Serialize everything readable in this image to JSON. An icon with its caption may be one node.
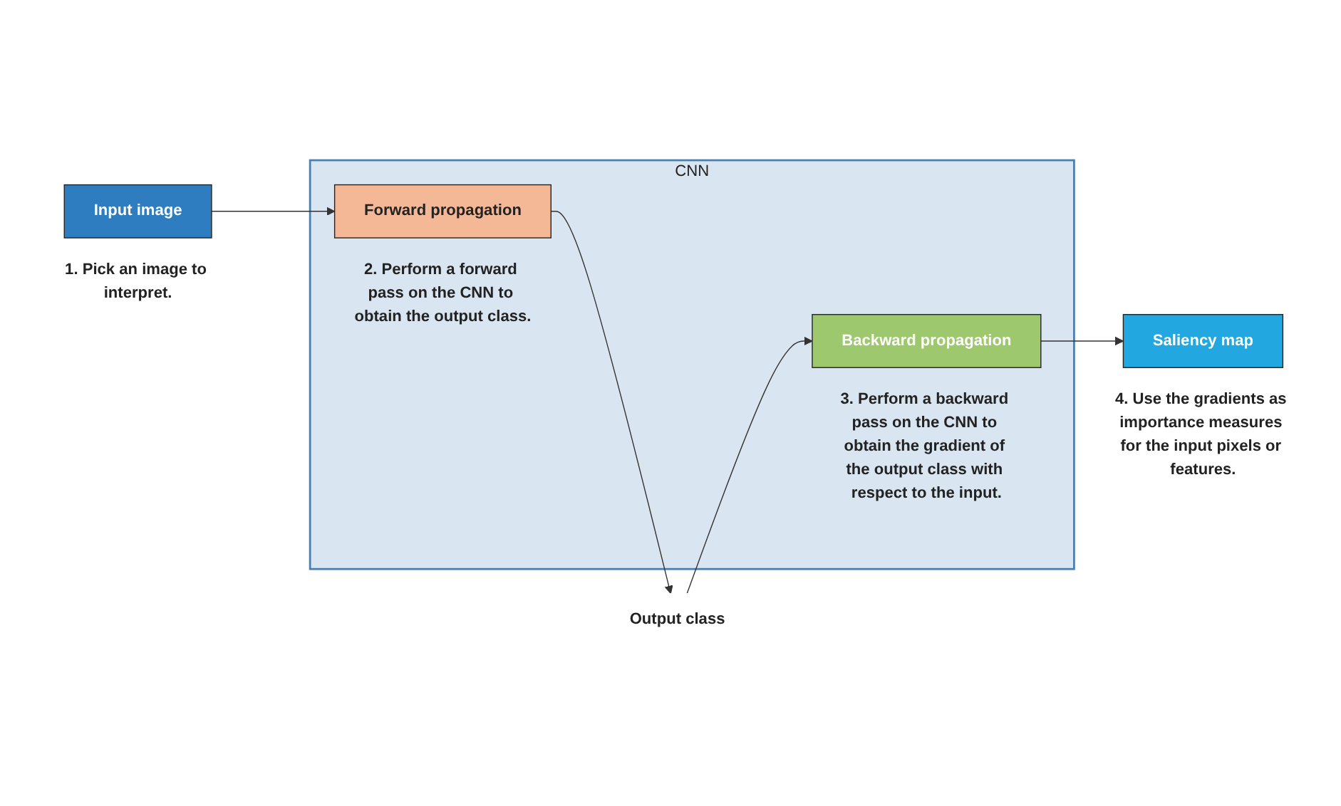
{
  "diagram": {
    "nodes": [
      {
        "text": [
          "CNN"
        ]
      },
      {
        "text": [
          "Input image"
        ],
        "beside": [
          "1. Pick an image to interpret."
        ]
      },
      {
        "text": [
          "Forward propagation"
        ],
        "in": 0,
        "beside": [
          "2. Perform a forward pass on the CNN to obtain the output class."
        ]
      },
      {
        "text": [
          "Output class"
        ]
      },
      {
        "text": [
          "Backward propagation"
        ],
        "in": 0,
        "beside": [
          "3. Perform a backward pass on the CNN to obtain the gradient of the output class with respect to the input."
        ]
      },
      {
        "text": [
          "Saliency map"
        ],
        "beside": [
          "4. Use the gradients as importance measures for the input pixels or features."
        ]
      }
    ],
    "edges": [
      {
        "from": 1,
        "to": 2,
        "arrow": "to"
      },
      {
        "from": 2,
        "to": 3,
        "arrow": "to"
      },
      {
        "from": 3,
        "to": 4,
        "arrow": "to"
      },
      {
        "from": 4,
        "to": 5,
        "arrow": "to"
      }
    ]
  }
}
